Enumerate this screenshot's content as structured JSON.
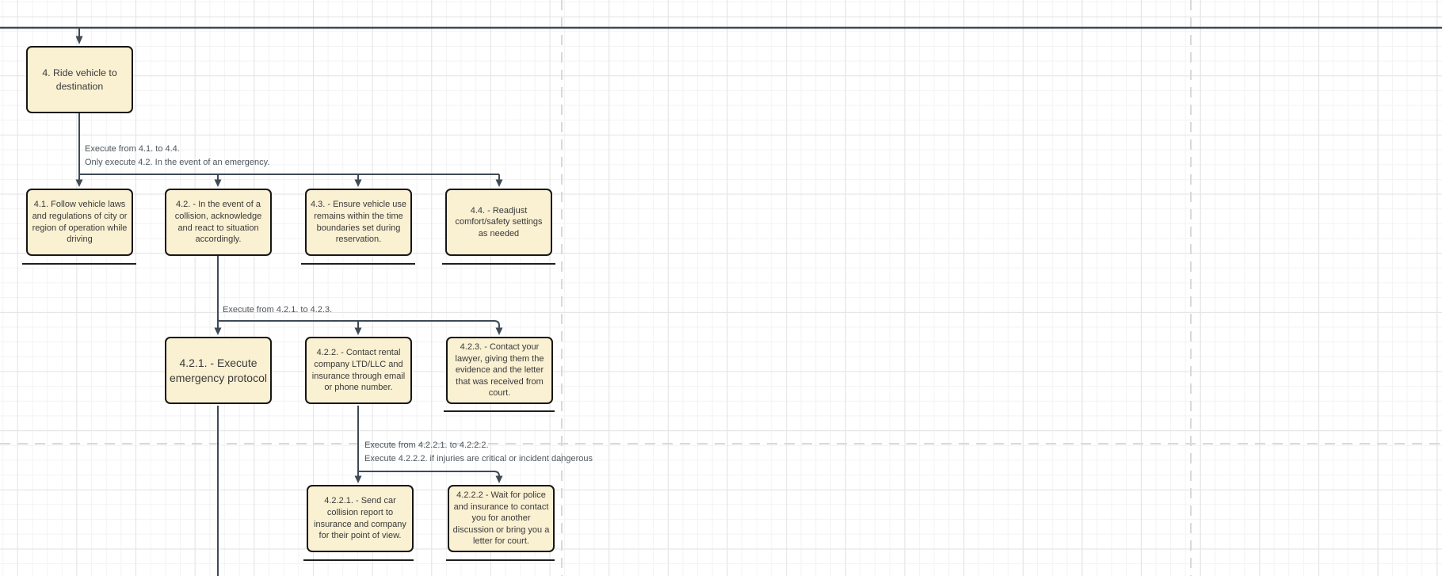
{
  "canvas": {
    "background": "#ffffff",
    "grid_minor_color": "#f3f3f3",
    "grid_major_color": "#e4e4e4",
    "page_guide_color": "#d9d9d9",
    "connector_color": "#3e4a55",
    "underline_color": "#1f1f1f",
    "node_fill": "#faf0d2",
    "node_border": "#161616",
    "node_text_color": "#3a3a3a",
    "edge_label_color": "#4e575e"
  },
  "nodes": [
    {
      "id": "4",
      "label": "4. Ride vehicle to destination"
    },
    {
      "id": "4.1",
      "label": "4.1. Follow vehicle laws and regulations of city or region of operation while driving"
    },
    {
      "id": "4.2",
      "label": "4.2. - In the event of a collision, acknowledge and react to situation accordingly."
    },
    {
      "id": "4.3",
      "label": "4.3. - Ensure vehicle use remains within the time boundaries set during reservation."
    },
    {
      "id": "4.4",
      "label": "4.4. - Readjust comfort/safety settings as needed"
    },
    {
      "id": "4.2.1",
      "label": "4.2.1. - Execute emergency protocol"
    },
    {
      "id": "4.2.2",
      "label": "4.2.2. - Contact rental company LTD/LLC and insurance through email or phone number."
    },
    {
      "id": "4.2.3",
      "label": "4.2.3. - Contact your lawyer, giving them the evidence and the letter that was received from court."
    },
    {
      "id": "4.2.2.1",
      "label": "4.2.2.1. - Send car collision report to insurance and company for their point of view."
    },
    {
      "id": "4.2.2.2",
      "label": "4.2.2.2 - Wait for police and insurance to contact you for another discussion or bring you a letter for court."
    }
  ],
  "edge_labels": [
    {
      "text": "Execute from 4.1. to 4.4."
    },
    {
      "text": "Only execute 4.2. In the event of an emergency."
    },
    {
      "text": "Execute from 4.2.1. to 4.2.3."
    },
    {
      "text": "Execute from 4.2.2.1. to 4.2.2.2."
    },
    {
      "text": "Execute 4.2.2.2. if injuries are critical or incident dangerous"
    }
  ]
}
